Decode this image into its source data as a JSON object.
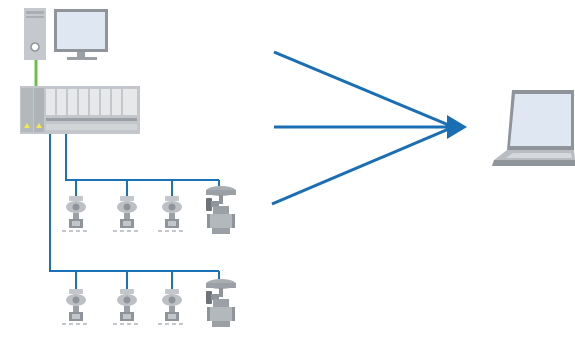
{
  "diagram": {
    "colors": {
      "bus_line": "#1a72b8",
      "arrow": "#1a6fb4",
      "link_green": "#6cc04a",
      "device_gray": "#b9bdc1",
      "device_dark": "#6d7378",
      "screen_blue": "#dfe8f2",
      "led_yellow": "#f2e84c"
    },
    "nodes": [
      {
        "id": "workstation",
        "icon": "desktop-computer-icon"
      },
      {
        "id": "controller",
        "icon": "dcs-controller-rack-icon"
      },
      {
        "id": "laptop",
        "icon": "laptop-icon"
      }
    ],
    "segments": [
      {
        "id": "segment-1",
        "devices": [
          {
            "icon": "pressure-transmitter-icon"
          },
          {
            "icon": "pressure-transmitter-icon"
          },
          {
            "icon": "pressure-transmitter-icon"
          },
          {
            "icon": "control-valve-icon"
          }
        ]
      },
      {
        "id": "segment-2",
        "devices": [
          {
            "icon": "pressure-transmitter-icon"
          },
          {
            "icon": "pressure-transmitter-icon"
          },
          {
            "icon": "pressure-transmitter-icon"
          },
          {
            "icon": "control-valve-icon"
          }
        ]
      }
    ],
    "arrows": [
      {
        "from": "upper",
        "to": "laptop"
      },
      {
        "from": "middle",
        "to": "laptop"
      },
      {
        "from": "lower",
        "to": "laptop"
      }
    ]
  }
}
